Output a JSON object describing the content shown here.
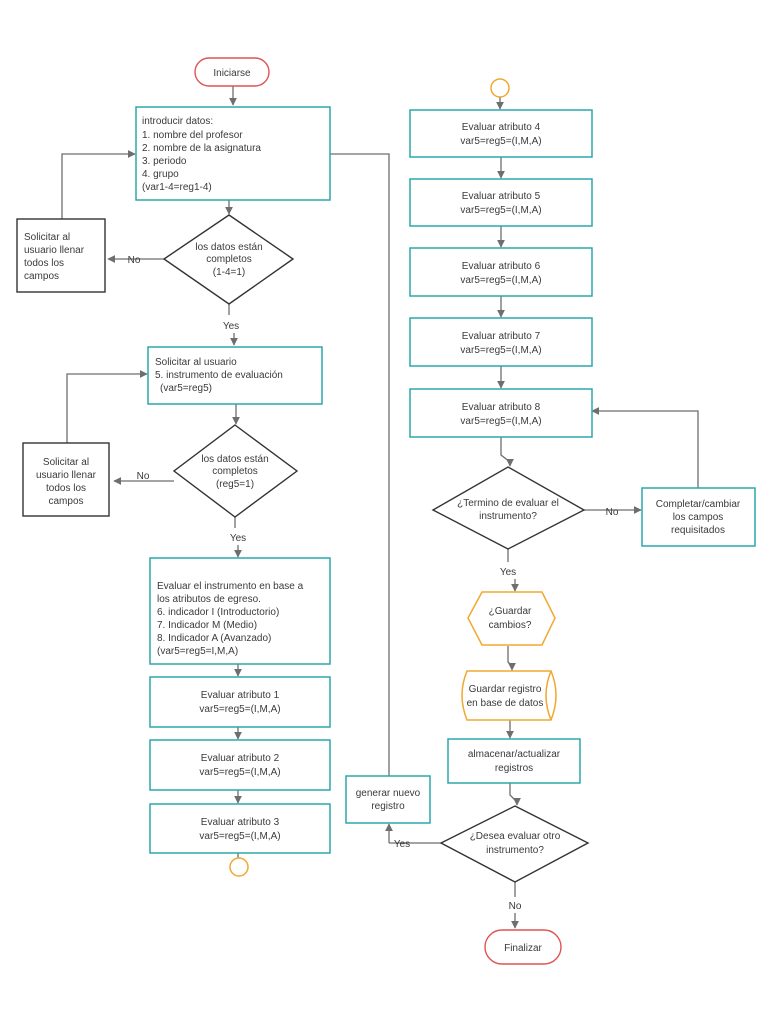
{
  "left": {
    "start": "Iniciarse",
    "input": {
      "lines": [
        "introducir datos:",
        "1. nombre del profesor",
        "2. nombre de la asignatura",
        "3. periodo",
        "4. grupo",
        "(var1-4=reg1-4)"
      ]
    },
    "decision1": {
      "lines": [
        "los datos están",
        "completos",
        "(1-4=1)"
      ],
      "no": "No",
      "yes": "Yes"
    },
    "prompt1": {
      "lines": [
        "Solicitar al",
        "usuario llenar",
        "todos los",
        "campos"
      ]
    },
    "request": {
      "lines": [
        "Solicitar al usuario",
        "5. instrumento de evaluación",
        "(var5=reg5)"
      ]
    },
    "decision2": {
      "lines": [
        "los datos están",
        "completos",
        "(reg5=1)"
      ],
      "no": "No",
      "yes": "Yes"
    },
    "prompt2": {
      "lines": [
        "Solicitar al",
        "usuario llenar",
        "todos los",
        "campos"
      ]
    },
    "evaluate": {
      "lines": [
        "Evaluar el instrumento en base a",
        "los atributos de egreso.",
        "6. indicador I (Introductorio)",
        "7. Indicador M (Medio)",
        "8. Indicador A (Avanzado)",
        "(var5=reg5=I,M,A)"
      ]
    },
    "attr1": {
      "lines": [
        "Evaluar atributo 1",
        "var5=reg5=(I,M,A)"
      ]
    },
    "attr2": {
      "lines": [
        "Evaluar atributo 2",
        "var5=reg5=(I,M,A)"
      ]
    },
    "attr3": {
      "lines": [
        "Evaluar atributo 3",
        "var5=reg5=(I,M,A)"
      ]
    }
  },
  "right": {
    "attr4": {
      "lines": [
        "Evaluar atributo 4",
        "var5=reg5=(I,M,A)"
      ]
    },
    "attr5": {
      "lines": [
        "Evaluar atributo 5",
        "var5=reg5=(I,M,A)"
      ]
    },
    "attr6": {
      "lines": [
        "Evaluar atributo 6",
        "var5=reg5=(I,M,A)"
      ]
    },
    "attr7": {
      "lines": [
        "Evaluar atributo 7",
        "var5=reg5=(I,M,A)"
      ]
    },
    "attr8": {
      "lines": [
        "Evaluar atributo 8",
        "var5=reg5=(I,M,A)"
      ]
    },
    "decision3": {
      "lines": [
        "¿Termino de evaluar el",
        "instrumento?"
      ],
      "no": "No",
      "yes": "Yes"
    },
    "complete": {
      "lines": [
        "Completar/cambiar",
        "los campos",
        "requisitados"
      ]
    },
    "save_question": {
      "lines": [
        "¿Guardar",
        "cambios?"
      ]
    },
    "save_db": {
      "lines": [
        "Guardar registro",
        "en base de datos"
      ]
    },
    "store": {
      "lines": [
        "almacenar/actualizar",
        "registros"
      ]
    },
    "new_record": {
      "lines": [
        "generar nuevo",
        "registro"
      ]
    },
    "decision4": {
      "lines": [
        "¿Desea evaluar otro",
        "instrumento?"
      ],
      "yes": "Yes",
      "no": "No"
    },
    "end": "Finalizar"
  },
  "colors": {
    "process_border": "#2ba7ab",
    "terminal_border": "#e05252",
    "decision_border": "#333333",
    "prompt_border": "#333333",
    "storage_border": "#f0a830",
    "connector_border": "#f0a830",
    "line": "#6e6e6e"
  }
}
